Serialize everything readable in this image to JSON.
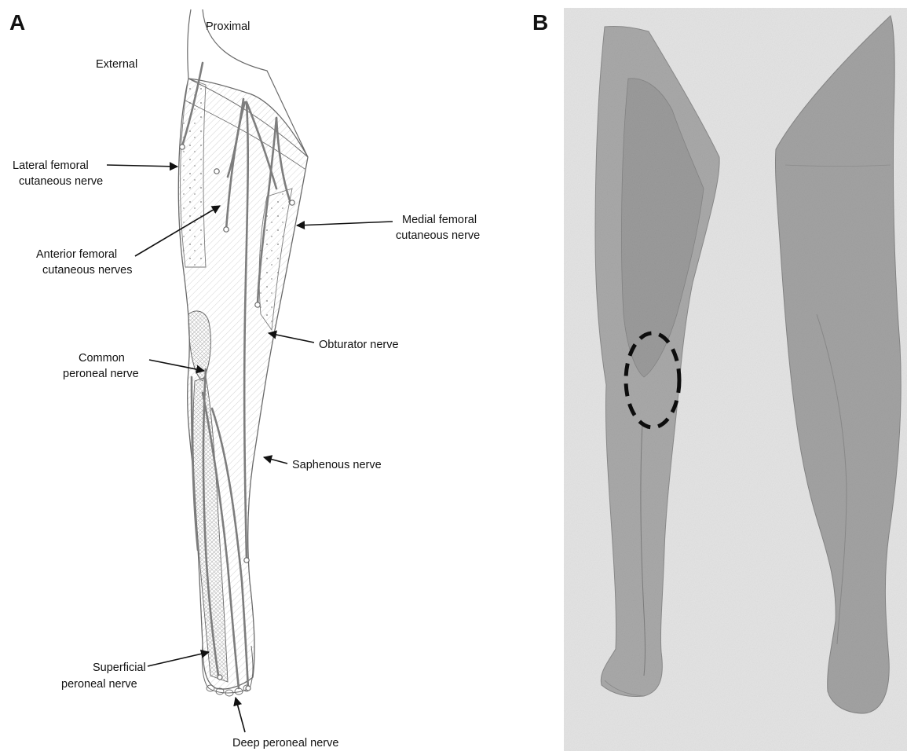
{
  "panel_a": {
    "letter": "A",
    "orientation": {
      "proximal": "Proximal",
      "external": "External"
    },
    "labels": {
      "lateral_femoral": [
        "Lateral femoral",
        "cutaneous nerve"
      ],
      "anterior_femoral": [
        "Anterior femoral",
        "cutaneous nerves"
      ],
      "medial_femoral": [
        "Medial femoral",
        "cutaneous nerve"
      ],
      "obturator": "Obturator nerve",
      "common_peroneal": [
        "Common",
        "peroneal nerve"
      ],
      "saphenous": "Saphenous nerve",
      "superficial_peroneal": [
        "Superficial",
        "peroneal nerve"
      ],
      "deep_peroneal": "Deep peroneal nerve"
    }
  },
  "panel_b": {
    "letter": "B"
  },
  "colors": {
    "ink": "#111111",
    "sketch": "#6a6a6a",
    "nerve": "#7d7d7d",
    "photo_bg": "#e6e6e6",
    "leg_tone": "#a6a6a6"
  }
}
